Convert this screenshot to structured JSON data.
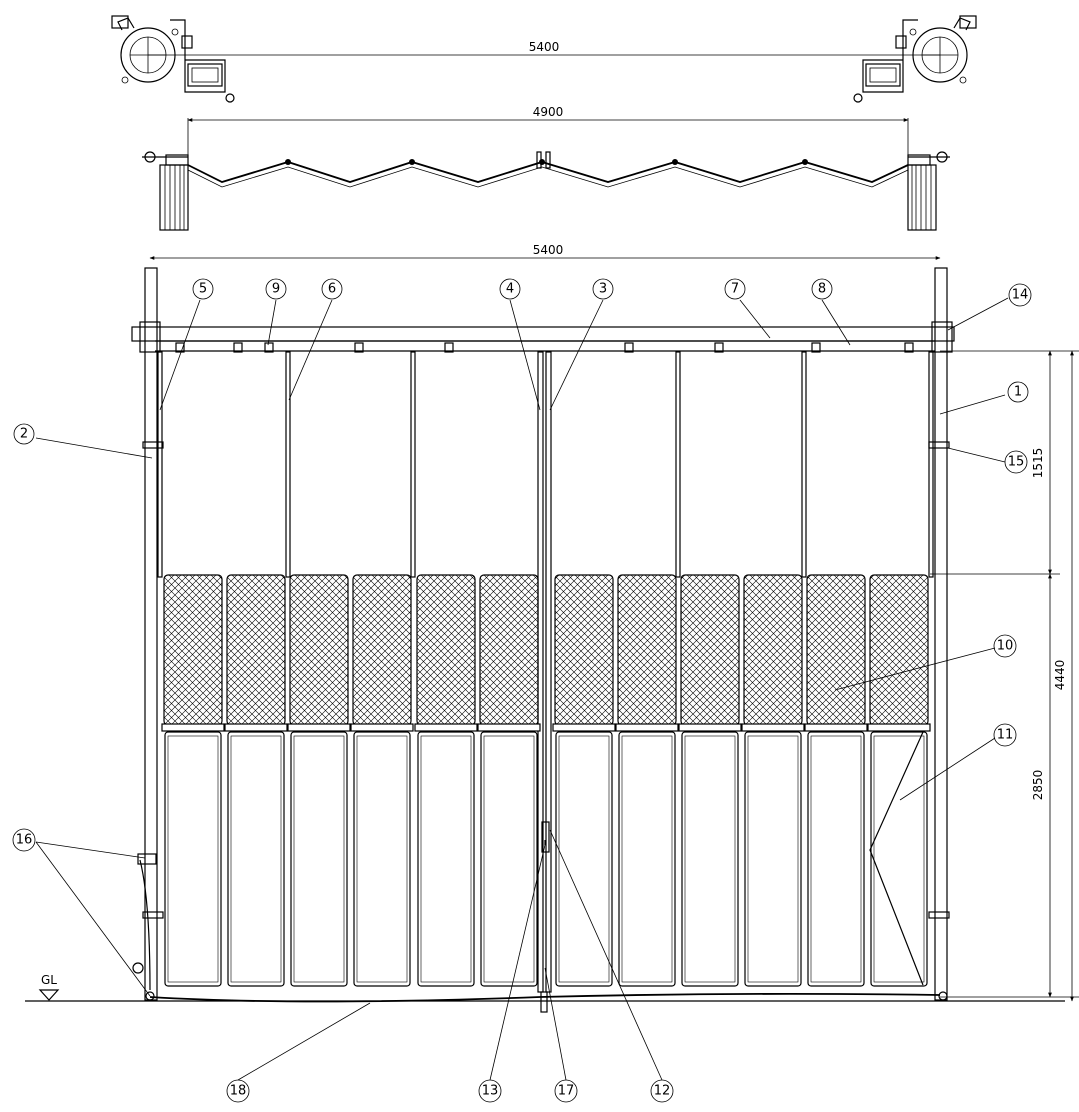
{
  "dimensions": {
    "top_width": "5400",
    "folded_width": "4900",
    "front_width": "5400",
    "upper_height": "1515",
    "total_height": "4440",
    "lower_height": "2850"
  },
  "ground_label": "GL",
  "callouts": [
    {
      "id": "c1",
      "label": "1"
    },
    {
      "id": "c2",
      "label": "2"
    },
    {
      "id": "c3",
      "label": "3"
    },
    {
      "id": "c4",
      "label": "4"
    },
    {
      "id": "c5",
      "label": "5"
    },
    {
      "id": "c6",
      "label": "6"
    },
    {
      "id": "c7",
      "label": "7"
    },
    {
      "id": "c8",
      "label": "8"
    },
    {
      "id": "c9",
      "label": "9"
    },
    {
      "id": "c10",
      "label": "10"
    },
    {
      "id": "c11",
      "label": "11"
    },
    {
      "id": "c12",
      "label": "12"
    },
    {
      "id": "c13",
      "label": "13"
    },
    {
      "id": "c14",
      "label": "14"
    },
    {
      "id": "c15",
      "label": "15"
    },
    {
      "id": "c16",
      "label": "16"
    },
    {
      "id": "c17",
      "label": "17"
    },
    {
      "id": "c18",
      "label": "18"
    }
  ]
}
